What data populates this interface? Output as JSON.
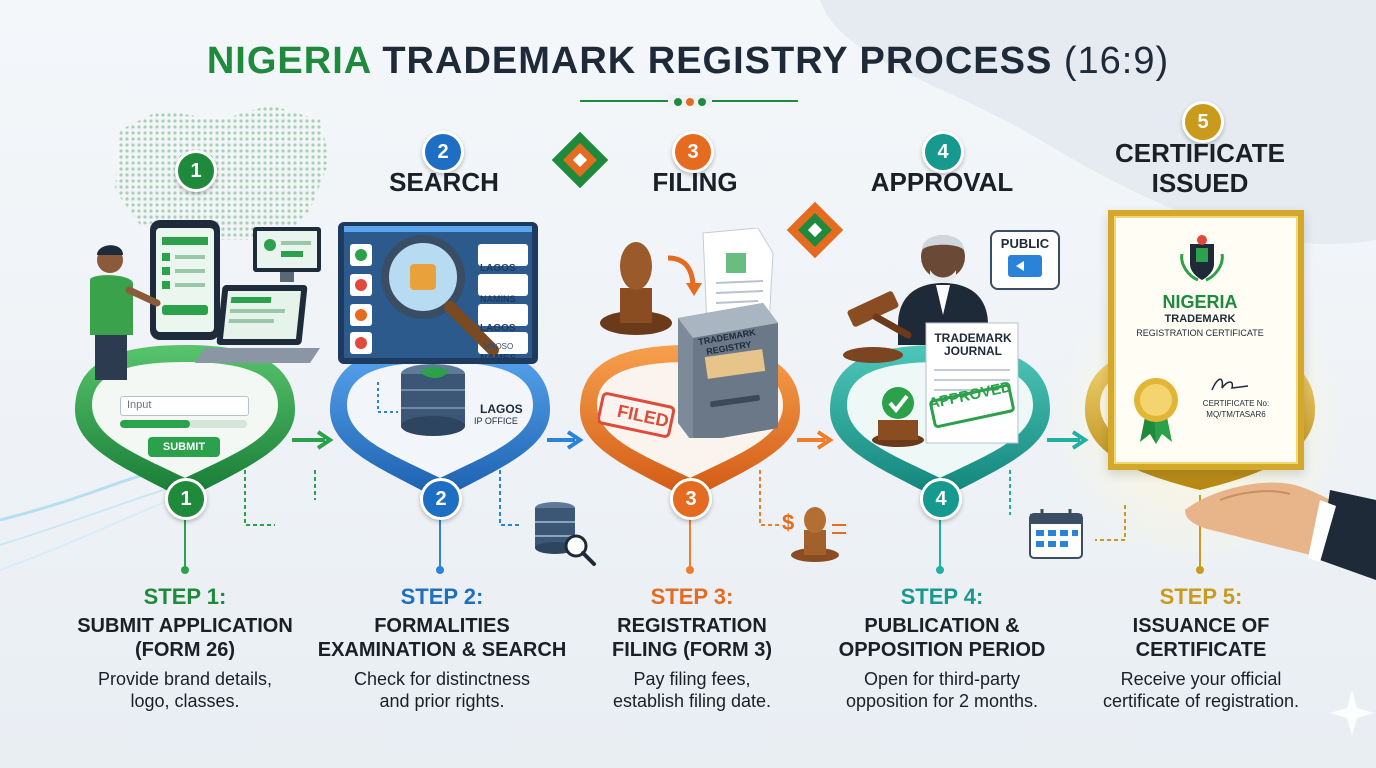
{
  "title": {
    "part1": "NIGERIA",
    "part2": "TRADEMARK REGISTRY PROCESS",
    "part3": "(16:9)"
  },
  "colors": {
    "green": "#1f8a3c",
    "blue": "#1e6fc4",
    "orange": "#e46b1f",
    "teal": "#16998f",
    "gold": "#c99a1b"
  },
  "steps": [
    {
      "num": "1",
      "top_label": "",
      "title": "STEP 1:",
      "heading1": "SUBMIT APPLICATION",
      "heading2": "(FORM 26)",
      "desc1": "Provide brand details,",
      "desc2": "logo, classes."
    },
    {
      "num": "2",
      "top_label": "SEARCH",
      "title": "STEP 2:",
      "heading1": "FORMALITIES",
      "heading2": "EXAMINATION & SEARCH",
      "desc1": "Check for distinctness",
      "desc2": "and prior rights."
    },
    {
      "num": "3",
      "top_label": "FILING",
      "title": "STEP 3:",
      "heading1": "REGISTRATION",
      "heading2": "FILING (FORM 3)",
      "desc1": "Pay filing fees,",
      "desc2": "establish filing date."
    },
    {
      "num": "4",
      "top_label": "APPROVAL",
      "title": "STEP 4:",
      "heading1": "PUBLICATION &",
      "heading2": "OPPOSITION PERIOD",
      "desc1": "Open for third-party",
      "desc2": "opposition for 2 months."
    },
    {
      "num": "5",
      "top_label": "CERTIFICATE ISSUED",
      "title": "STEP 5:",
      "heading1": "ISSUANCE OF",
      "heading2": "CERTIFICATE",
      "desc1": "Receive your official",
      "desc2": "certificate of registration."
    }
  ],
  "illustrations": {
    "form_input": "Input",
    "form_submit": "SUBMIT",
    "search_results": [
      "LAGOS",
      "NAMINS",
      "LAGOS",
      "NAMES",
      "MNOSO"
    ],
    "lagos_office1": "LAGOS",
    "lagos_office2": "IP OFFICE",
    "registry": "TRADEMARK REGISTRY",
    "filed_stamp": "FILED",
    "public_sign": "PUBLIC",
    "journal1": "TRADEMARK",
    "journal2": "JOURNAL",
    "approved_stamp": "APPROVED",
    "cert_country": "NIGERIA",
    "cert_line1": "TRADEMARK",
    "cert_line2": "REGISTRATION CERTIFICATE",
    "cert_no_label": "CERTIFICATE No:",
    "cert_no_value": "MQ/TM/TASAR6"
  }
}
